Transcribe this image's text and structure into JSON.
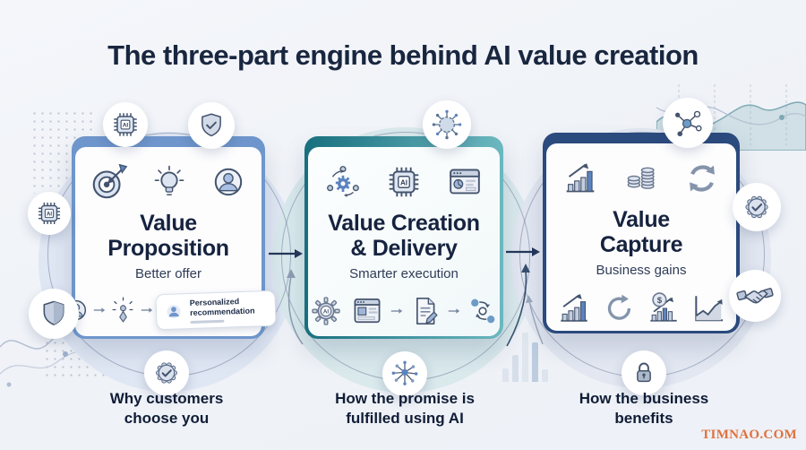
{
  "title": "The three-part engine behind AI value creation",
  "watermark": "TIMNAO.COM",
  "labels": {
    "ai_chip": "AI",
    "dollar": "$"
  },
  "colors": {
    "background": "#f2f4f8",
    "title_text": "#18263f",
    "card1_bar": "#6e96cc",
    "card2_bar_start": "#186f7e",
    "card2_bar_end": "#6cb8c0",
    "card3_bar": "#2b4a7d",
    "icon_stroke": "#44546e",
    "icon_fill": "#ccd7e8",
    "accent_blue": "#5b83c0",
    "accent_teal": "#2e8494",
    "watermark_color": "#e0713d"
  },
  "cards": [
    {
      "id": "value-proposition",
      "title_line1": "Value",
      "title_line2": "Proposition",
      "subtitle": "Better offer",
      "caption_line1": "Why customers",
      "caption_line2": "choose you",
      "header_icons": [
        "target-icon",
        "lightbulb-icon",
        "user-avatar-icon"
      ],
      "flow_icons": [
        "user-avatar-icon",
        "spark-person-icon",
        "personalized-recommendation-chip"
      ],
      "chip": {
        "label": "Personalized recommendation"
      },
      "badges_above": [
        "ai-chip-icon",
        "shield-check-icon"
      ],
      "badges_left": [
        "ai-chip-icon",
        "shield-icon"
      ],
      "badge_below": "rosette-check-icon"
    },
    {
      "id": "value-creation-delivery",
      "title_line1": "Value Creation",
      "title_line2": "& Delivery",
      "subtitle": "Smarter execution",
      "caption_line1": "How the promise is",
      "caption_line2": "fulfilled using AI",
      "header_icons": [
        "gear-orbit-icon",
        "ai-chip-icon",
        "browser-chart-icon"
      ],
      "flow_icons": [
        "ai-gear-icon",
        "browser-window-icon",
        "document-edit-icon",
        "flow-nodes-icon"
      ],
      "badges_above": [
        "neural-network-icon"
      ],
      "badge_below": "network-hub-icon"
    },
    {
      "id": "value-capture",
      "title_line1": "Value",
      "title_line2": "Capture",
      "subtitle": "Business gains",
      "caption_line1": "How the business",
      "caption_line2": "benefits",
      "header_icons": [
        "growth-bars-icon",
        "coins-icon",
        "sync-icon"
      ],
      "flow_icons": [
        "growth-bars-icon",
        "refresh-icon",
        "dollar-chart-icon",
        "line-chart-icon"
      ],
      "badges_above": [
        "molecule-icon"
      ],
      "badges_right": [
        "rosette-check-icon",
        "handshake-icon"
      ],
      "badge_below": "lock-icon"
    }
  ]
}
